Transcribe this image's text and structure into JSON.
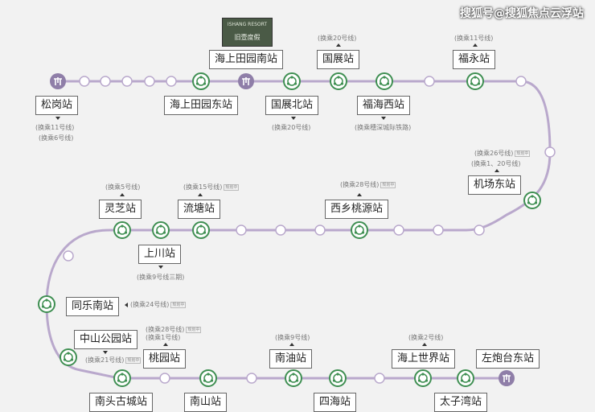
{
  "watermark": "搜狐号@搜狐焦点云浮站",
  "logo": {
    "line1": "ISHANG RESORT",
    "line2": "旧壹度假"
  },
  "line_color": "#b9a8cc",
  "icons": {
    "interchange": "green-transfer-icon",
    "terminal": "purple-metro-icon",
    "regular": "white-station-dot"
  },
  "stations": [
    {
      "name": "松岗站",
      "transfers": [
        "(换乘11号线)",
        "(换乘6号线)"
      ]
    },
    {
      "name": "海上田园东站"
    },
    {
      "name": "海上田园南站"
    },
    {
      "name": "国展北站",
      "transfers": [
        "(换乘20号线)"
      ]
    },
    {
      "name": "国展站",
      "transfers": [
        "(换乘20号线)"
      ]
    },
    {
      "name": "福海西站",
      "transfers": [
        "(换乘穗深城际铁路)"
      ]
    },
    {
      "name": "福永站",
      "transfers": [
        "(换乘11号线)"
      ]
    },
    {
      "name": "机场东站",
      "transfers": [
        "(换乘26号线)",
        "(换乘1、20号线)"
      ]
    },
    {
      "name": "西乡桃源站",
      "transfers": [
        "(换乘28号线)"
      ]
    },
    {
      "name": "流塘站",
      "transfers": [
        "(换乘15号线)"
      ]
    },
    {
      "name": "灵芝站",
      "transfers": [
        "(换乘5号线)"
      ]
    },
    {
      "name": "上川站",
      "transfers": [
        "(换乘9号线三期)"
      ]
    },
    {
      "name": "同乐南站",
      "transfers": [
        "(换乘24号线)"
      ]
    },
    {
      "name": "中山公园站",
      "transfers": [
        "(换乘21号线)"
      ]
    },
    {
      "name": "南头古城站"
    },
    {
      "name": "桃园站",
      "transfers": [
        "(换乘28号线)",
        "(换乘1号线)"
      ]
    },
    {
      "name": "南山站"
    },
    {
      "name": "南油站",
      "transfers": [
        "(换乘9号线)"
      ]
    },
    {
      "name": "四海站"
    },
    {
      "name": "海上世界站",
      "transfers": [
        "(换乘2号线)"
      ]
    },
    {
      "name": "太子湾站"
    },
    {
      "name": "左炮台东站"
    }
  ],
  "planning_tag": "规划中"
}
